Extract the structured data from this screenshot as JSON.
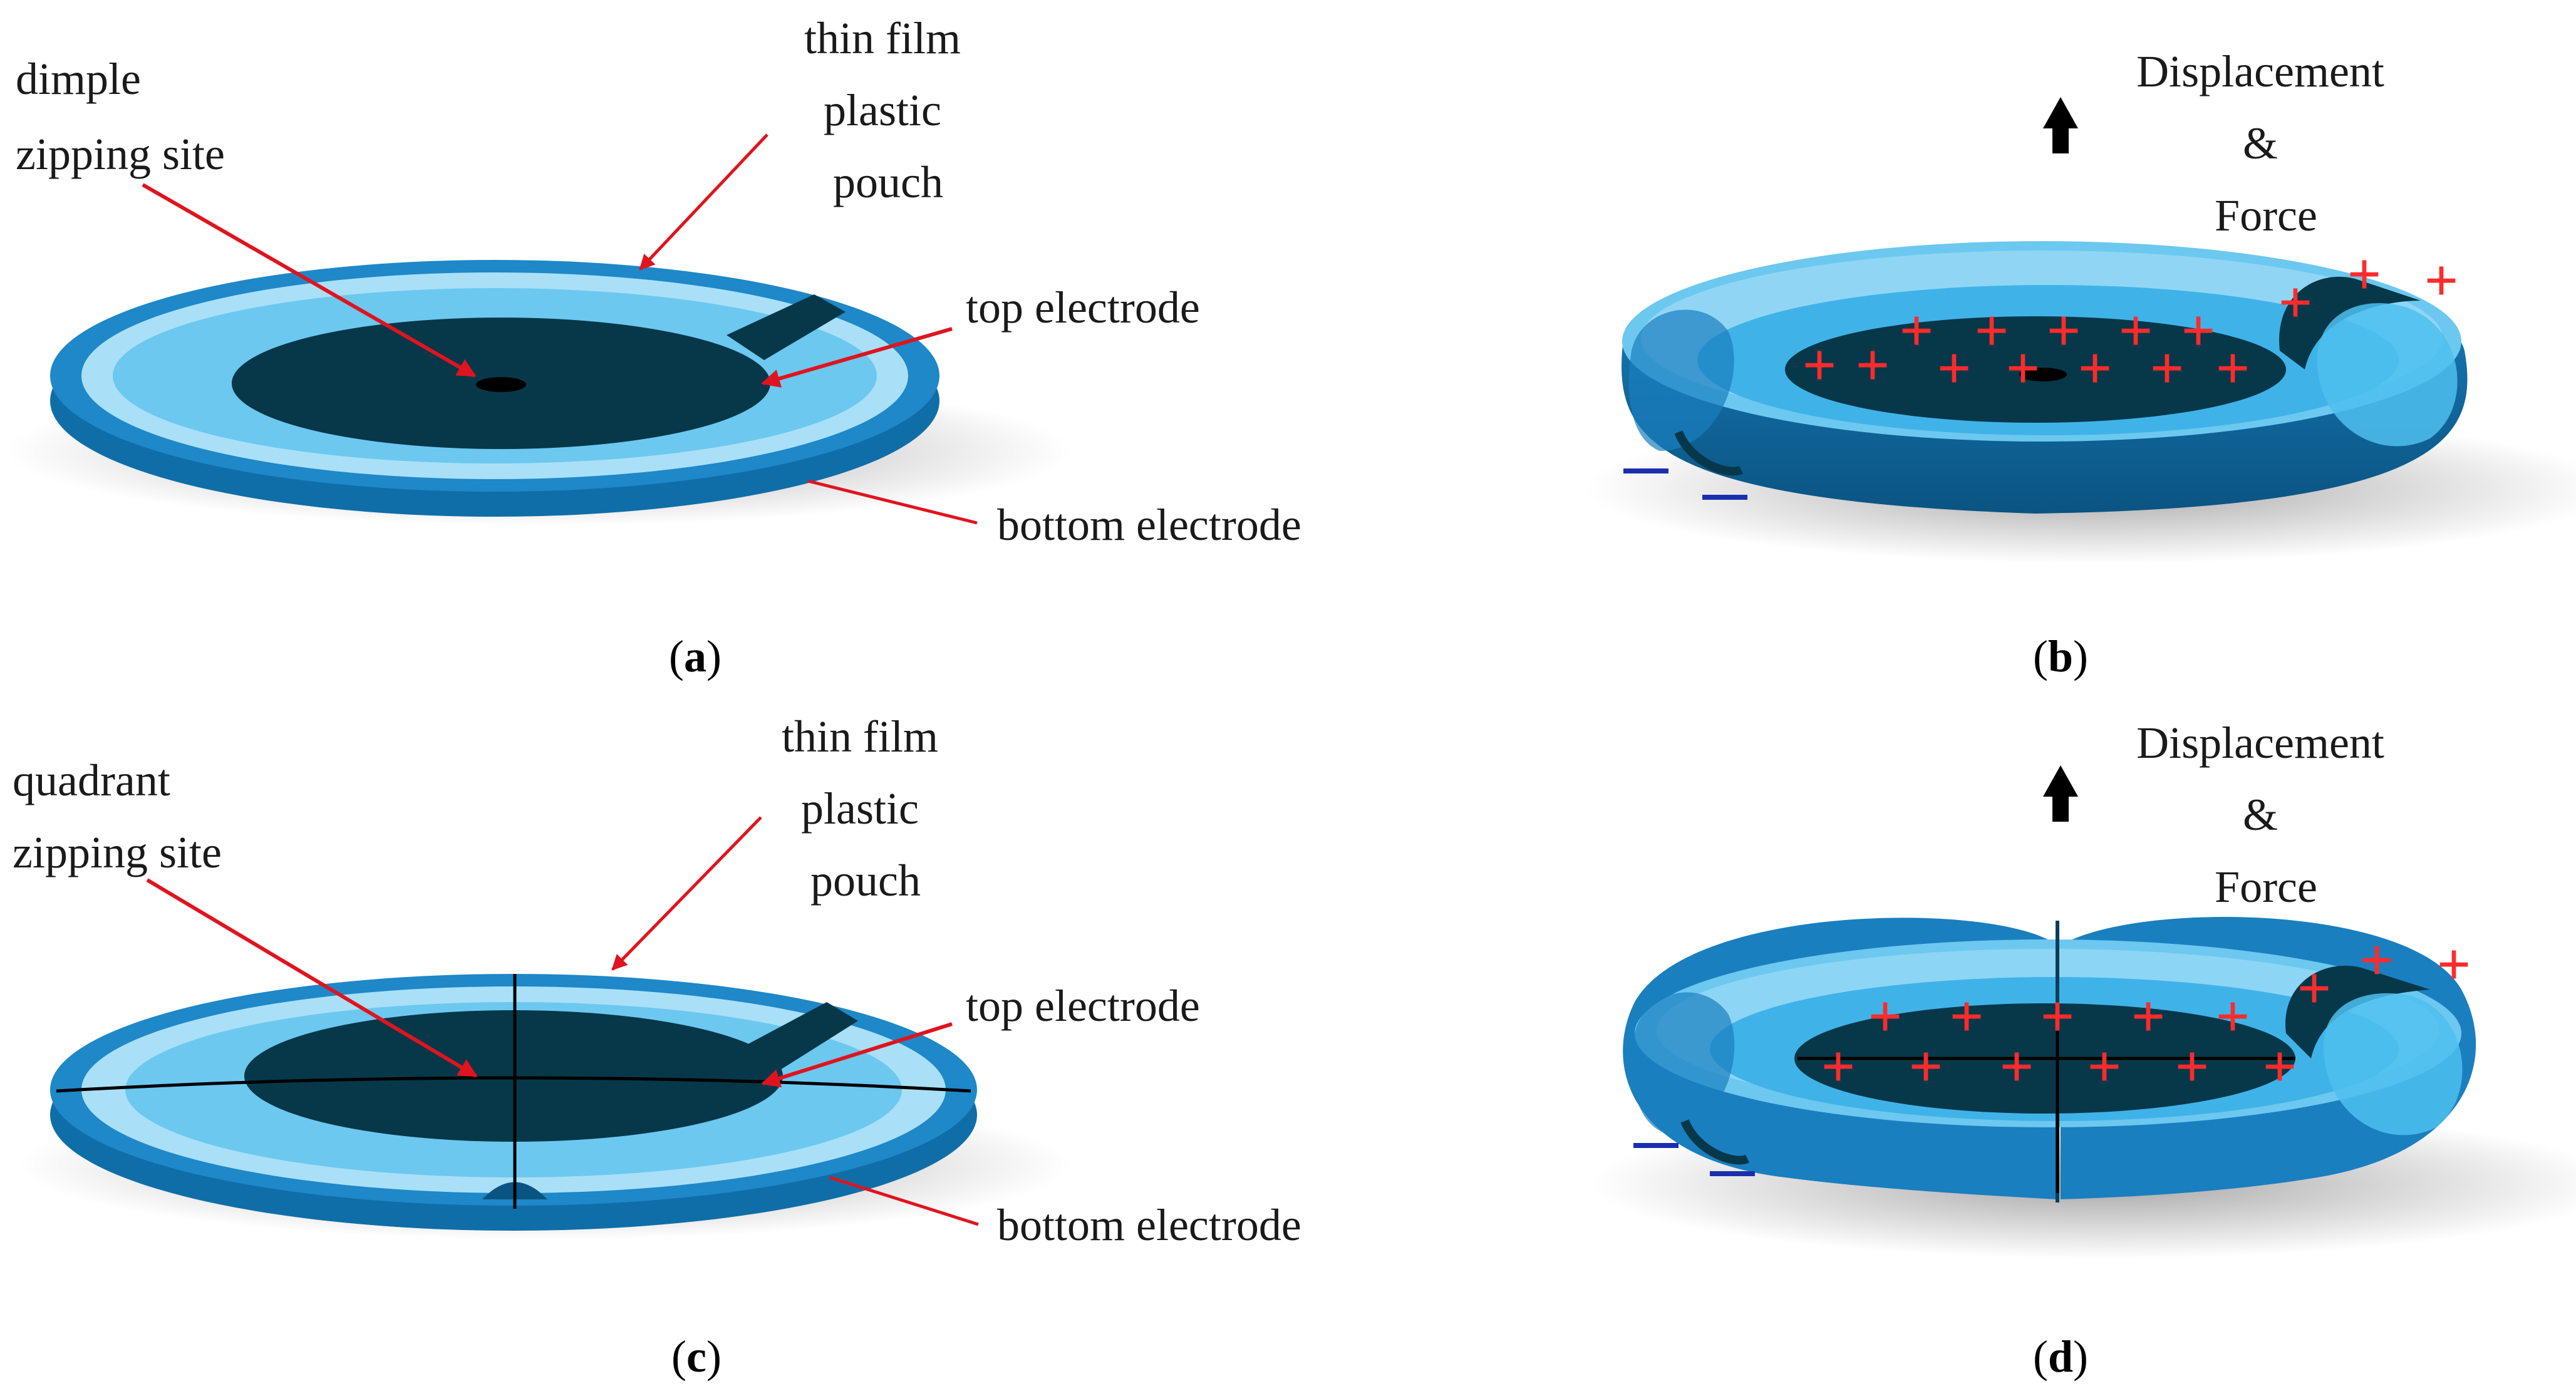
{
  "colors": {
    "pouch_outer": "#1e88c8",
    "pouch_light": "#6cc8ef",
    "pouch_highlight": "#a9e0f7",
    "electrode_dark": "#06384a",
    "pouch_side": "#0b5f8f",
    "leader_red": "#e0141e",
    "plus_red": "#ff2b2b",
    "minus_blue": "#1a2fb0",
    "arrow_black": "#000000"
  },
  "panels": {
    "a": {
      "caption_letter": "a",
      "labels": {
        "zipping_site": [
          "dimple",
          "zipping site"
        ],
        "pouch": [
          "thin film",
          "plastic",
          "pouch"
        ],
        "top_electrode": "top electrode",
        "bottom_electrode": "bottom electrode"
      }
    },
    "b": {
      "caption_letter": "b",
      "labels": {
        "output": [
          "Displacement",
          "&",
          "Force"
        ]
      },
      "plus_sign": "+",
      "minus_sign": "−"
    },
    "c": {
      "caption_letter": "c",
      "labels": {
        "zipping_site": [
          "quadrant",
          "zipping site"
        ],
        "pouch": [
          "thin film",
          "plastic",
          "pouch"
        ],
        "top_electrode": "top electrode",
        "bottom_electrode": "bottom electrode"
      }
    },
    "d": {
      "caption_letter": "d",
      "labels": {
        "output": [
          "Displacement",
          "&",
          "Force"
        ]
      },
      "plus_sign": "+",
      "minus_sign": "−"
    }
  }
}
